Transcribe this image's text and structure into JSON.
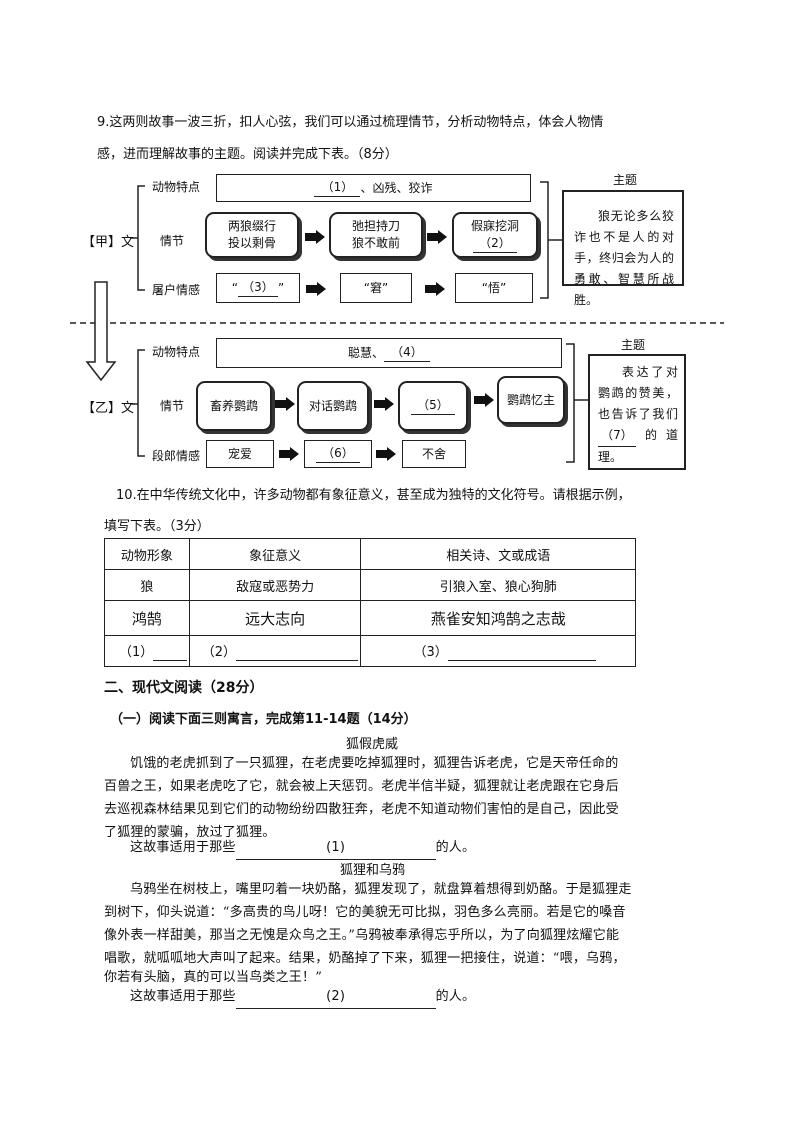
{
  "q9": {
    "intro_line1": "9.这两则故事一波三折，扣人心弦，我们可以通过梳理情节，分析动物特点，体会人物情",
    "intro_line2": "感，进而理解故事的主题。阅读并完成下表。（8分）",
    "jia": {
      "label": "【甲】文",
      "row_animal": "动物特点",
      "row_plot": "情节",
      "row_emotion": "屠户情感",
      "animal_blank": "（1）",
      "animal_text": "、凶残、狡诈",
      "plot_1_line1": "两狼缀行",
      "plot_1_line2": "投以剩骨",
      "plot_2_line1": "弛担持刀",
      "plot_2_line2": "狼不敢前",
      "plot_3_line1": "假寐挖洞",
      "plot_3_blank": "（2）",
      "emotion_1_open": "“",
      "emotion_1_blank": "（3）",
      "emotion_1_close": "”",
      "emotion_2": "“窘”",
      "emotion_3": "“悟”",
      "theme_title": "主题",
      "theme_text": "狼无论多么狡诈也不是人的对手，终归会为人的勇敢、智慧所战胜。"
    },
    "yi": {
      "label": "【乙】文",
      "row_animal": "动物特点",
      "row_plot": "情节",
      "row_emotion": "段郎情感",
      "animal_text": "聪慧、",
      "animal_blank": "（4）",
      "plot_1": "畜养鹦鹉",
      "plot_2": "对话鹦鹉",
      "plot_3_blank": "（5）",
      "plot_4": "鹦鹉忆主",
      "emotion_1": "宠爱",
      "emotion_2_blank": "（6）",
      "emotion_3": "不舍",
      "theme_title": "主题",
      "theme_text_1": "表达了对鹦鹉的赞美，也告诉了我们",
      "theme_blank": "（7）",
      "theme_text_2": "的道理。"
    }
  },
  "q10": {
    "intro_line1": "10.在中华传统文化中，许多动物都有象征意义，甚至成为独特的文化符号。请根据示例，",
    "intro_line2": "填写下表。（3分）",
    "headers": [
      "动物形象",
      "象征意义",
      "相关诗、文或成语"
    ],
    "rows": [
      [
        "狼",
        "敌寇或恶势力",
        "引狼入室、狼心狗肺"
      ],
      [
        "鸿鹄",
        "远大志向",
        "燕雀安知鸿鹄之志哉"
      ]
    ],
    "blank_row": [
      "（1）",
      "（2）",
      "（3）"
    ]
  },
  "section2": {
    "title": "二、现代文阅读（28分）",
    "sub_title": "（一）阅读下面三则寓言，完成第11-14题（14分）",
    "story1": {
      "title": "狐假虎威",
      "lines": [
        "饥饿的老虎抓到了一只狐狸，在老虎要吃掉狐狸时，狐狸告诉老虎，它是天帝任命的",
        "百兽之王，如果老虎吃了它，就会被上天惩罚。老虎半信半疑，狐狸就让老虎跟在它身后",
        "去巡视森林结果见到它们的动物纷纷四散狂奔，老虎不知道动物们害怕的是自己，因此受",
        "了狐狸的蒙骗，放过了狐狸。"
      ],
      "fill_prefix": "这故事适用于那些",
      "fill_blank": "(1)",
      "fill_suffix": "的人。"
    },
    "story2": {
      "title": "狐狸和乌鸦",
      "lines": [
        "乌鸦坐在树枝上，嘴里叼着一块奶酪，狐狸发现了，就盘算着想得到奶酪。于是狐狸走",
        "到树下，仰头说道：“多高贵的鸟儿呀！它的美貌无可比拟，羽色多么亮丽。若是它的嗓音",
        "像外表一样甜美，那当之无愧是众鸟之王。”乌鸦被奉承得忘乎所以，为了向狐狸炫耀它能",
        "唱歌，就呱呱地大声叫了起来。结果，奶酪掉了下来，狐狸一把接住，说道：“喂，乌鸦，",
        "你若有头脑，真的可以当鸟类之王！”"
      ],
      "fill_prefix": "这故事适用于那些",
      "fill_blank": "(2)",
      "fill_suffix": "的人。"
    }
  }
}
